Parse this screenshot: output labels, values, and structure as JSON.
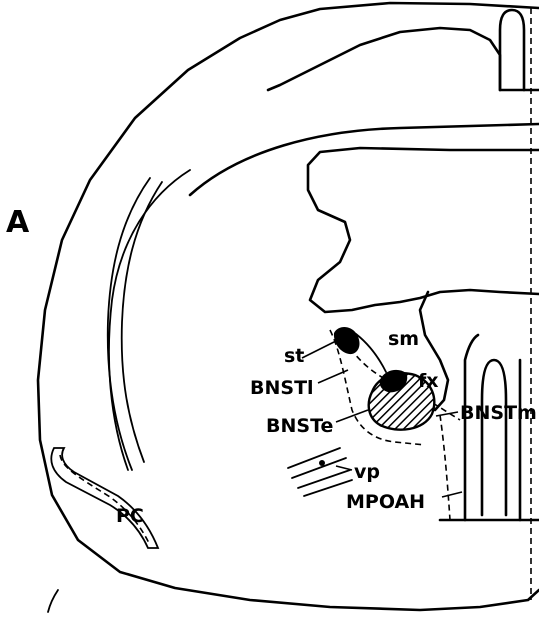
{
  "figure": {
    "panel_letter": "A",
    "labels": {
      "sm": "sm",
      "st": "st",
      "fx": "fx",
      "bnst_l": "BNSTl",
      "bnst_e": "BNSTe",
      "bnst_m": "BNSTm",
      "vp": "vp",
      "mpoah": "MPOAH",
      "pc": "PC"
    }
  }
}
